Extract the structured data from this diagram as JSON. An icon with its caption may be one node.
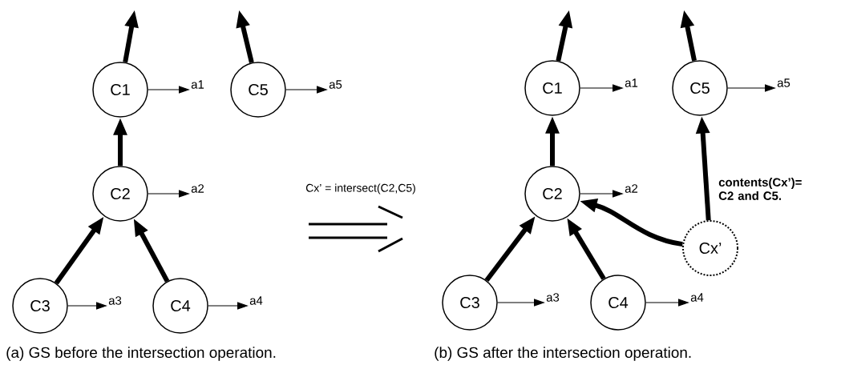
{
  "diagram": {
    "nodes": [
      {
        "text": [
          "C1"
        ]
      },
      {
        "text": [
          "a1"
        ]
      },
      {
        "text": [
          "C5"
        ]
      },
      {
        "text": [
          "a5"
        ]
      },
      {
        "text": [
          "C2"
        ]
      },
      {
        "text": [
          "a2"
        ]
      },
      {
        "text": [
          "C3"
        ]
      },
      {
        "text": [
          "a3"
        ]
      },
      {
        "text": [
          "C4"
        ]
      },
      {
        "text": [
          "a4"
        ]
      },
      {
        "text": [
          "C1"
        ]
      },
      {
        "text": [
          "a1"
        ]
      },
      {
        "text": [
          "C5"
        ]
      },
      {
        "text": [
          "a5"
        ]
      },
      {
        "text": [
          "C2"
        ]
      },
      {
        "text": [
          "a2"
        ]
      },
      {
        "text": [
          "Cx’"
        ]
      },
      {
        "text": [
          "C3"
        ]
      },
      {
        "text": [
          "a3"
        ]
      },
      {
        "text": [
          "C4"
        ]
      },
      {
        "text": [
          "a4"
        ]
      }
    ],
    "edges": [
      {
        "from": 0,
        "to": null,
        "arrow": "to"
      },
      {
        "from": 2,
        "to": null,
        "arrow": "to"
      },
      {
        "from": 0,
        "to": 1,
        "arrow": "to"
      },
      {
        "from": 2,
        "to": 3,
        "arrow": "to"
      },
      {
        "from": 4,
        "to": 0,
        "arrow": "to"
      },
      {
        "from": 4,
        "to": 5,
        "arrow": "to"
      },
      {
        "from": 6,
        "to": 4,
        "arrow": "to"
      },
      {
        "from": 6,
        "to": 7,
        "arrow": "to"
      },
      {
        "from": 8,
        "to": 4,
        "arrow": "to"
      },
      {
        "from": 8,
        "to": 9,
        "arrow": "to"
      },
      {
        "from": 10,
        "to": null,
        "arrow": "to"
      },
      {
        "from": 12,
        "to": null,
        "arrow": "to"
      },
      {
        "from": 10,
        "to": 11,
        "arrow": "to"
      },
      {
        "from": 12,
        "to": 13,
        "arrow": "to"
      },
      {
        "from": 14,
        "to": 10,
        "arrow": "to"
      },
      {
        "from": 14,
        "to": 15,
        "arrow": "to"
      },
      {
        "from": 16,
        "to": 14,
        "arrow": "to"
      },
      {
        "from": 16,
        "to": 12,
        "arrow": "to",
        "label": "contents(Cx’)= C2 and C5."
      },
      {
        "from": 17,
        "to": 14,
        "arrow": "to"
      },
      {
        "from": 17,
        "to": 18,
        "arrow": "to"
      },
      {
        "from": 19,
        "to": 14,
        "arrow": "to"
      },
      {
        "from": 19,
        "to": 20,
        "arrow": "to"
      }
    ],
    "labels": [
      "Cx’ = intersect(C2,C5)",
      "(a) GS before the intersection operation.",
      "(b) GS after the intersection operation."
    ]
  }
}
